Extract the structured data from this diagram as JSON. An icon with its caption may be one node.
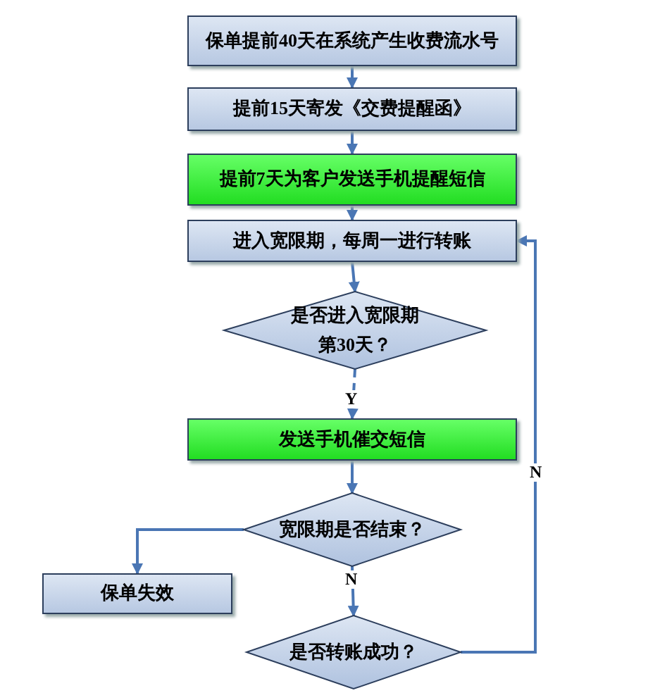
{
  "diagram": {
    "nodes": [
      {
        "text": [
          "保单提前40天在系统产生收费流水号"
        ]
      },
      {
        "text": [
          "提前15天寄发《交费提醒函》"
        ]
      },
      {
        "text": [
          "提前7天为客户发送手机提醒短信"
        ]
      },
      {
        "text": [
          "进入宽限期，每周一进行转账"
        ]
      },
      {
        "text": [
          "是否进入宽限期第30天？"
        ]
      },
      {
        "text": [
          "发送手机催交短信"
        ]
      },
      {
        "text": [
          "宽限期是否结束？"
        ]
      },
      {
        "text": [
          "保单失效"
        ]
      },
      {
        "text": [
          "是否转账成功？"
        ]
      }
    ],
    "edges": [
      {
        "from": 0,
        "to": 1,
        "arrow": "to"
      },
      {
        "from": 1,
        "to": 2,
        "arrow": "to"
      },
      {
        "from": 2,
        "to": 3,
        "arrow": "to"
      },
      {
        "from": 3,
        "to": 4,
        "arrow": "to"
      },
      {
        "from": 4,
        "to": 5,
        "arrow": "to",
        "label": "Y",
        "style": "dashed"
      },
      {
        "from": 5,
        "to": 6,
        "arrow": "to"
      },
      {
        "from": 6,
        "to": 7,
        "arrow": "to"
      },
      {
        "from": 6,
        "to": 8,
        "arrow": "to",
        "label": "N"
      },
      {
        "from": 8,
        "to": 3,
        "arrow": "to",
        "label": "N"
      }
    ]
  }
}
